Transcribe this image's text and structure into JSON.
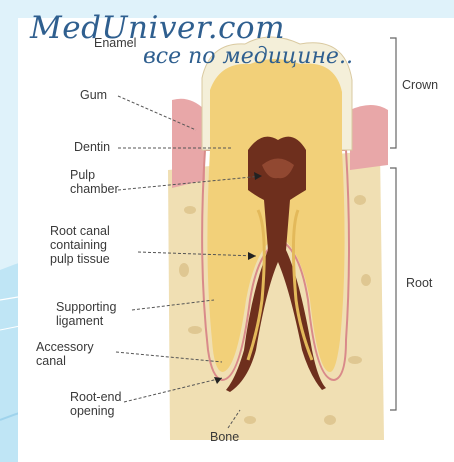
{
  "watermark": {
    "title": "MedUniver.com",
    "subtitle": "все по медицине.."
  },
  "labels": {
    "enamel": "Enamel",
    "gum": "Gum",
    "dentin": "Dentin",
    "pulp_chamber": "Pulp\nchamber",
    "root_canal": "Root canal\ncontaining\npulp tissue",
    "supporting_ligament": "Supporting\nligament",
    "accessory_canal": "Accessory\ncanal",
    "root_end_opening": "Root-end\nopening",
    "bone": "Bone",
    "crown": "Crown",
    "root": "Root"
  },
  "colors": {
    "slide_accent": "#5fb3d9",
    "enamel": "#f4efd9",
    "dentin": "#f2d079",
    "pulp": "#6e2f1d",
    "gum": "#e8a7a8",
    "bone": "#f0dfb3",
    "watermark": "#2f5f8f"
  }
}
